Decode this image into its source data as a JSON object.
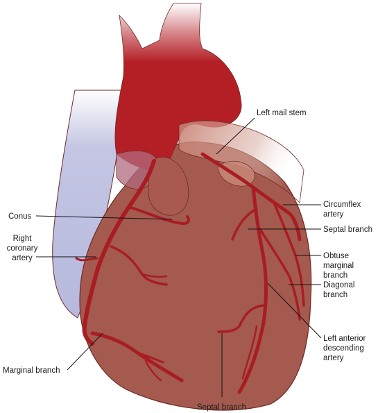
{
  "labels": {
    "left_main_stem": "Left mail stem",
    "conus": "Conus",
    "right_coronary_1": "Right",
    "right_coronary_2": "coronary",
    "right_coronary_3": "artery",
    "marginal_branch": "Marginal branch",
    "circumflex_1": "Circumflex",
    "circumflex_2": "artery",
    "septal_branch_right": "Septal branch",
    "obtuse_1": "Obtuse",
    "obtuse_2": "marginal",
    "obtuse_3": "branch",
    "diagonal_1": "Diagonal",
    "diagonal_2": "branch",
    "lad_1": "Left anterior",
    "lad_2": "descending",
    "lad_3": "artery",
    "septal_branch_bottom": "Septal branch"
  },
  "colors": {
    "heart": "#a45a4e",
    "heart_outline": "#6e2a24",
    "aorta": "#b41f26",
    "vena_cava": "#b6b8dd",
    "artery": "#a81d24",
    "artery_dark": "#7a1015",
    "leader": "#111111"
  }
}
